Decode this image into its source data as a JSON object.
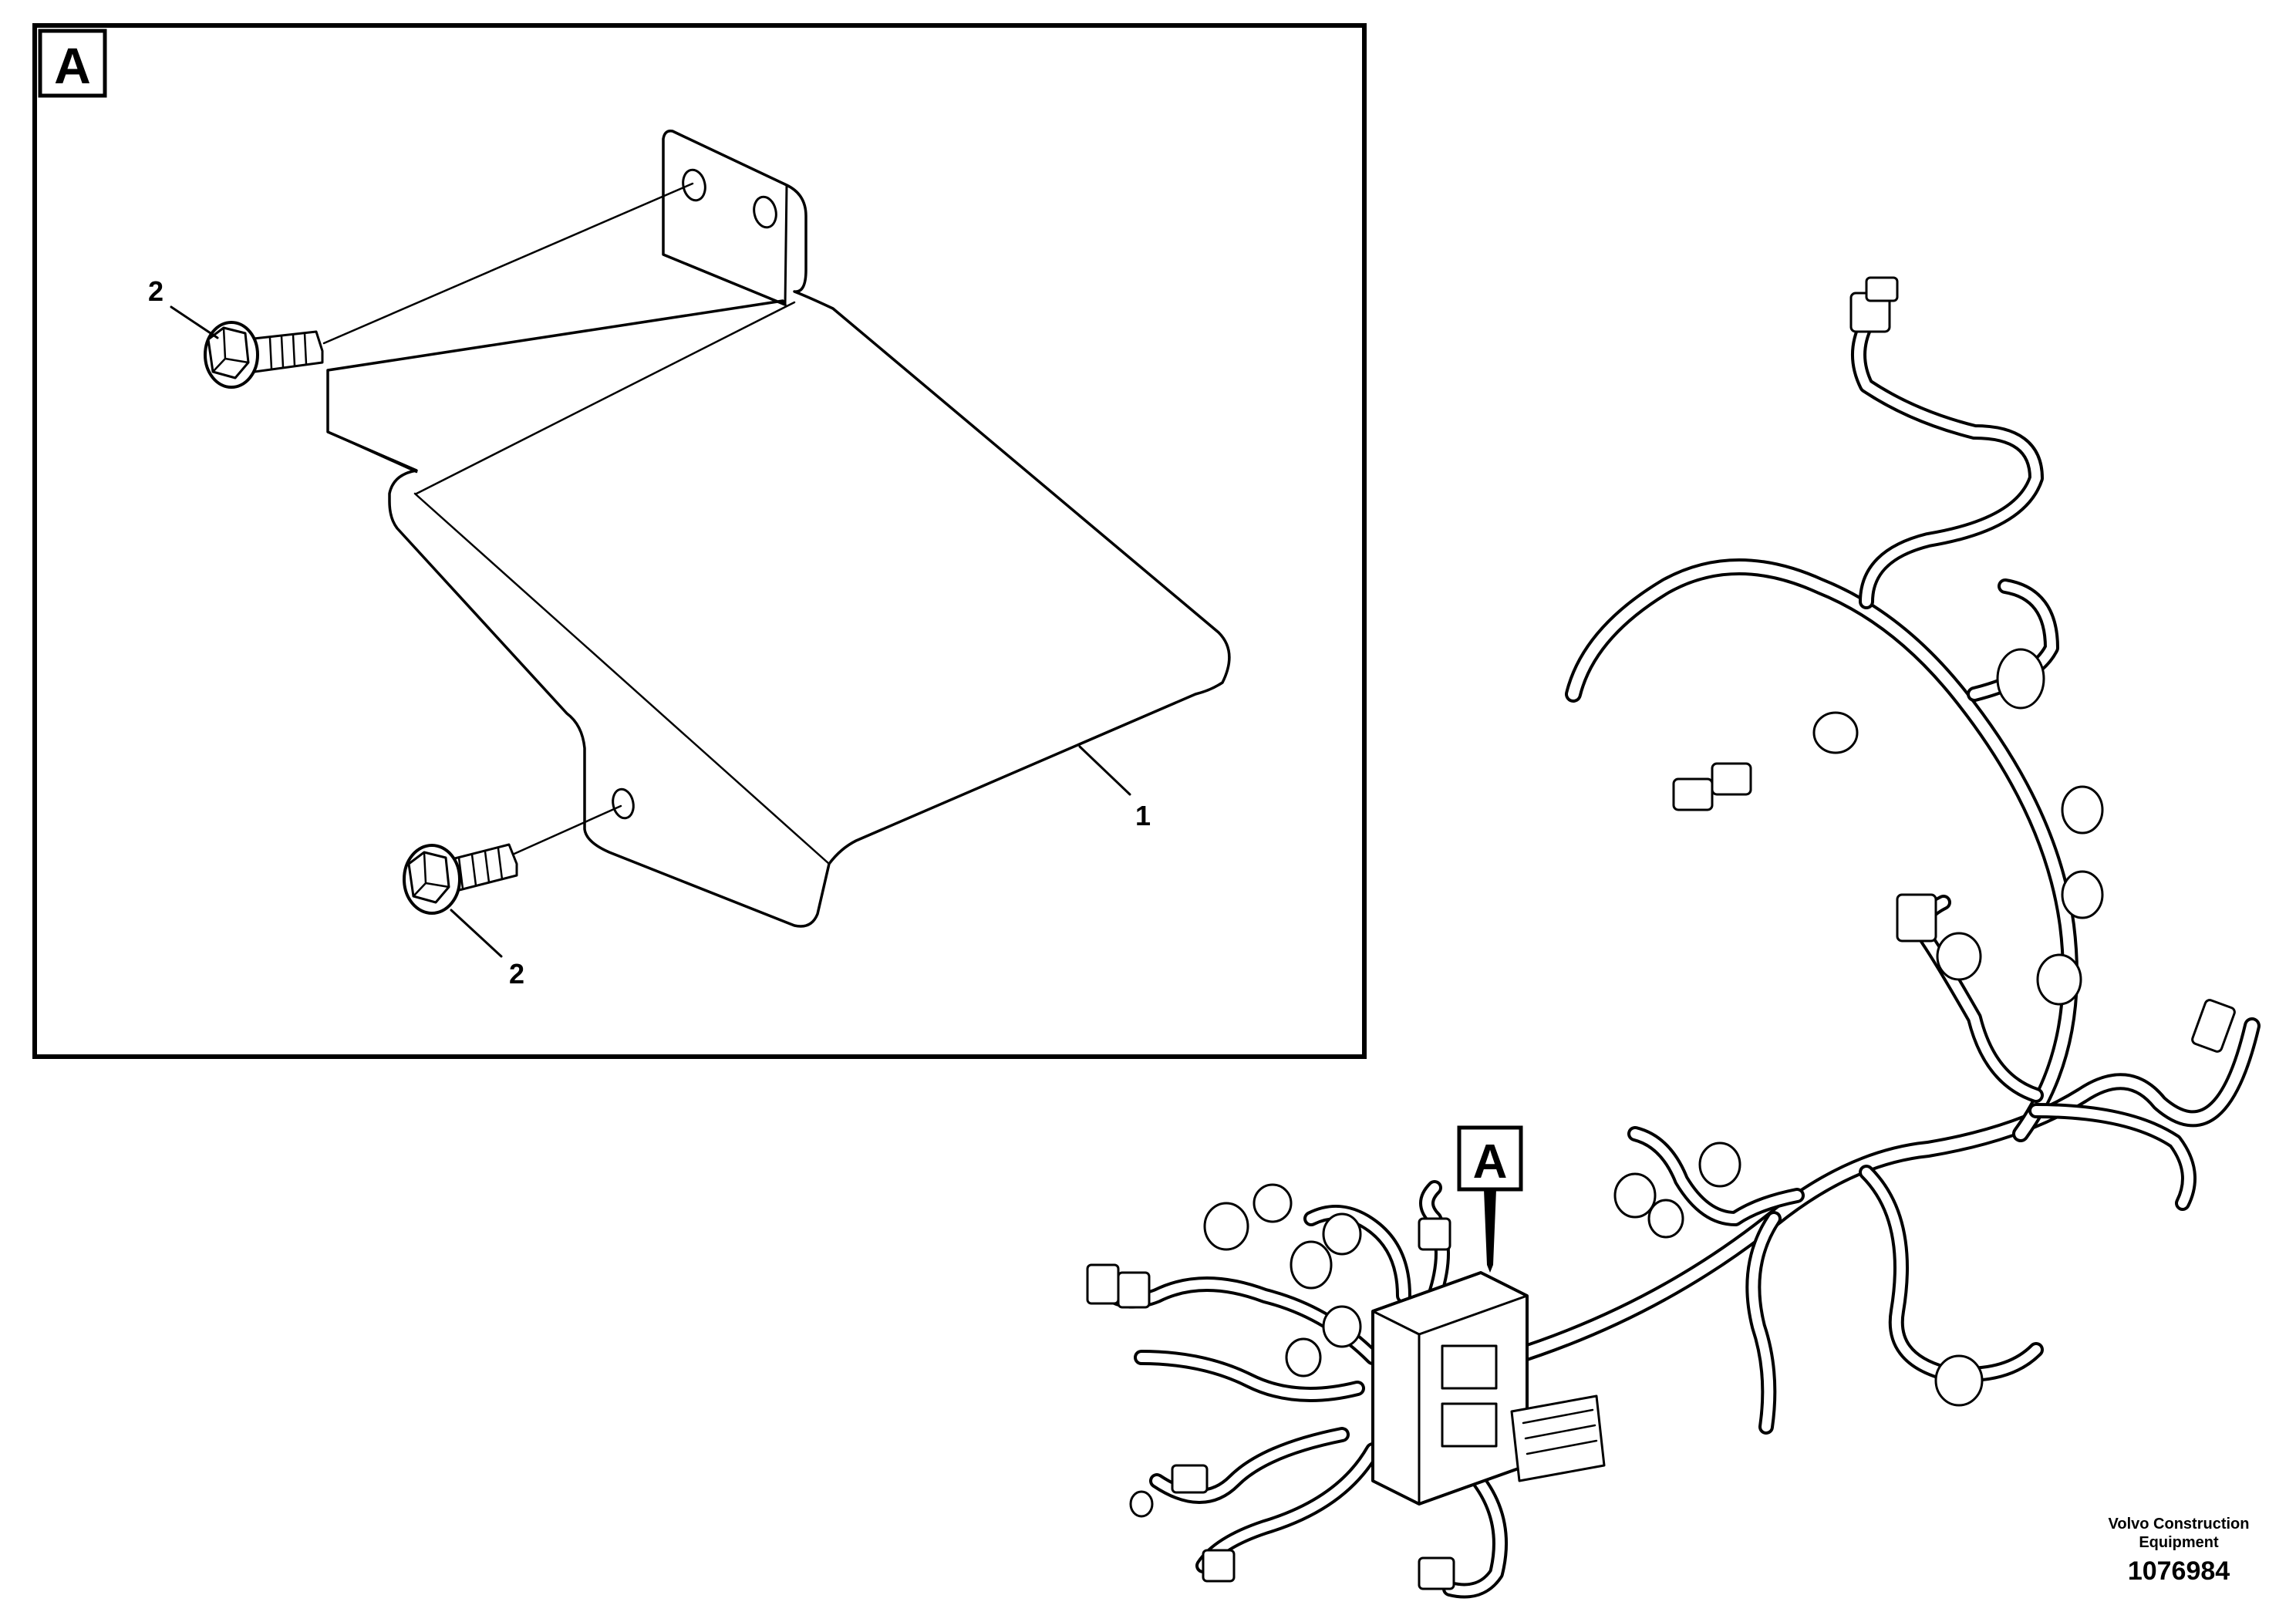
{
  "detail_view": {
    "view_letter": "A",
    "callouts": {
      "bracket": "1",
      "screw_upper": "2",
      "screw_lower": "2"
    }
  },
  "main_view": {
    "view_marker": "A"
  },
  "footer": {
    "company_line1": "Volvo Construction",
    "company_line2": "Equipment",
    "drawing_number": "1076984"
  }
}
